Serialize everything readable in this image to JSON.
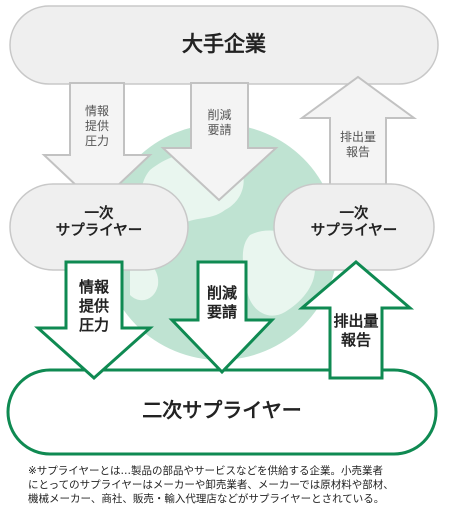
{
  "pills": {
    "top": "大手企業",
    "left": "一次\nサプライヤー",
    "right": "一次\nサプライヤー",
    "bottom": "二次サプライヤー"
  },
  "arrows": {
    "top_left": "情報\n提供\n圧力",
    "top_mid": "削減\n要請",
    "top_right": "排出量\n報告",
    "bot_left": "情報\n提供\n圧力",
    "bot_mid": "削減\n要請",
    "bot_right": "排出量\n報告"
  },
  "footnote": "※サプライヤーとは…製品の部品やサービスなどを供給する企業。小売業者\nにとってのサプライヤーはメーカーや卸売業者、メーカーでは原材料や部材、\n機械メーカー、商社、販売・輸入代理店などがサプライヤーとされている。",
  "colors": {
    "pill_fill": "#efefef",
    "pill_stroke": "#c8c8c8",
    "green": "#0f8a52",
    "globe": "#bfe3d2",
    "globe_land": "#e9f6ef"
  }
}
